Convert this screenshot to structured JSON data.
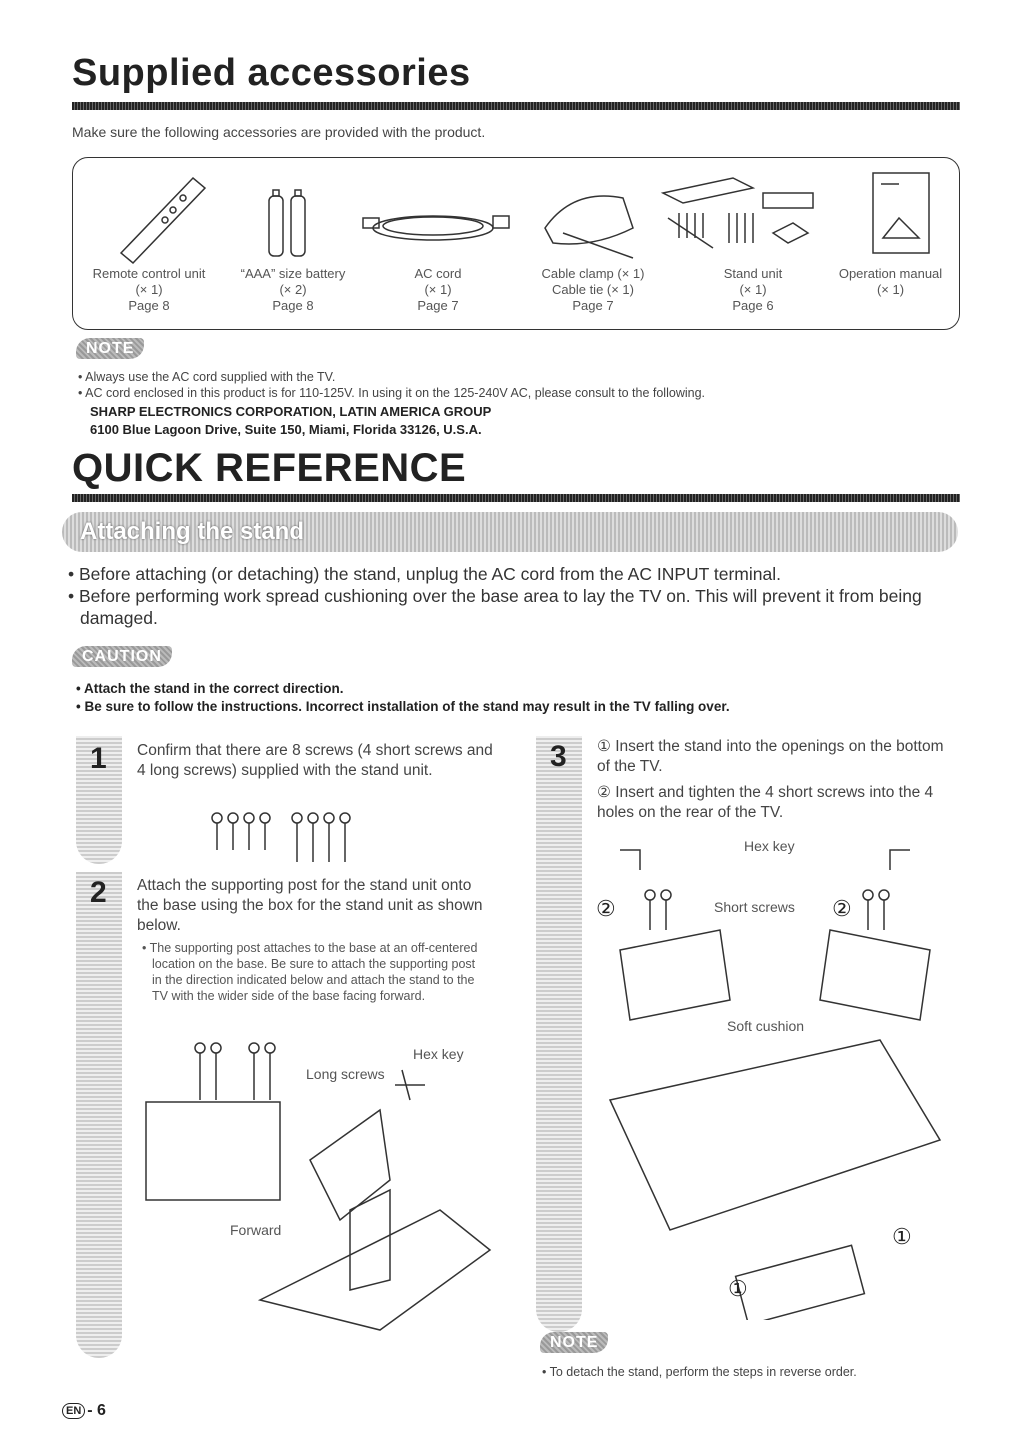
{
  "section1": {
    "title": "Supplied accessories",
    "intro": "Make sure the following accessories are provided with the product."
  },
  "accessories": [
    {
      "name": "Remote control unit",
      "qty": "(× 1)",
      "page": "Page 8"
    },
    {
      "name": "“AAA” size battery",
      "qty": "(× 2)",
      "page": "Page 8"
    },
    {
      "name": "AC cord",
      "qty": "(× 1)",
      "page": "Page 7"
    },
    {
      "name": "Cable clamp (× 1)",
      "qty": "Cable tie (× 1)",
      "page": "Page 7"
    },
    {
      "name": "Stand unit",
      "qty": "(× 1)",
      "page": "Page 6"
    },
    {
      "name": "Operation manual",
      "qty": "(× 1)",
      "page": ""
    }
  ],
  "note1": {
    "label": "NOTE",
    "items": [
      "Always use the AC cord supplied with the TV.",
      "AC cord enclosed in this product is for 110-125V. In using it on the 125-240V AC, please consult to the following."
    ],
    "company": "SHARP ELECTRONICS CORPORATION, LATIN AMERICA GROUP",
    "address": "6100 Blue Lagoon Drive, Suite 150, Miami, Florida 33126, U.S.A."
  },
  "section2": {
    "title": "QUICK REFERENCE",
    "banner": "Attaching the stand",
    "bullets": [
      "Before attaching (or detaching) the stand, unplug the AC cord from the AC INPUT terminal.",
      "Before performing work spread cushioning over the base area to lay the TV on. This will prevent it from being damaged."
    ]
  },
  "caution": {
    "label": "CAUTION",
    "items": [
      "Attach the stand in the correct direction.",
      "Be sure to follow the instructions. Incorrect installation of the stand may result in the TV falling over."
    ]
  },
  "steps": {
    "s1": {
      "num": "1",
      "text": "Confirm that there are 8 screws (4 short screws and 4 long screws) supplied with the stand unit."
    },
    "s2": {
      "num": "2",
      "text": "Attach the supporting post for the stand unit onto the base using the box for the stand unit as shown below.",
      "sub": "The supporting post attaches to the base at an off-centered location on the base. Be sure to attach the supporting post in the direction indicated below and attach the stand to the TV with the wider side of the base facing forward.",
      "labels": {
        "hex": "Hex key",
        "long": "Long screws",
        "forward": "Forward"
      }
    },
    "s3": {
      "num": "3",
      "a": "① Insert the stand into the openings on the bottom of the TV.",
      "b": "② Insert and tighten the 4 short screws into the 4 holes on the rear of the TV.",
      "labels": {
        "hex": "Hex key",
        "short": "Short screws",
        "cushion": "Soft cushion",
        "c2": "②",
        "c1": "①"
      }
    }
  },
  "note2": {
    "label": "NOTE",
    "text": "To detach the stand, perform the steps in reverse order."
  },
  "footer": {
    "lang": "EN",
    "page": "- 6"
  }
}
